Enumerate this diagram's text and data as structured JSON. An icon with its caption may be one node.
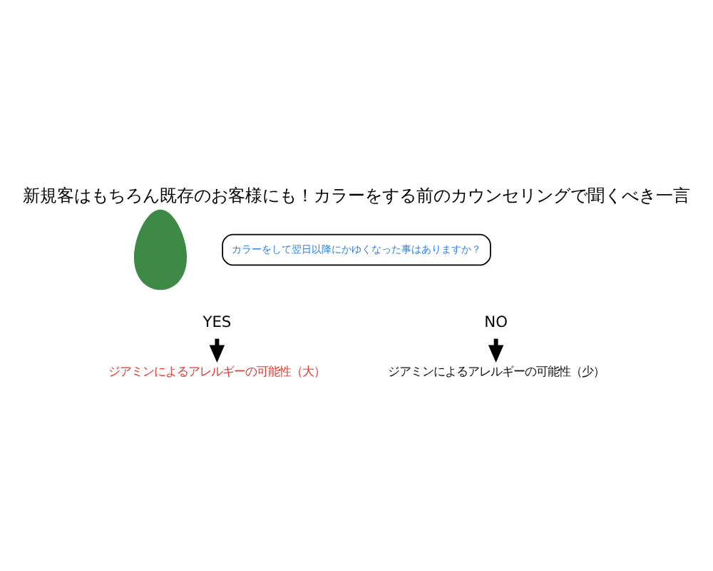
{
  "diagram": {
    "title": "新規客はもちろん既存のお客様にも！カラーをする前のカウンセリングで聞くべき一言",
    "nodes": [
      {
        "text": [],
        "shape": "person"
      },
      {
        "text": [
          "カラーをして翌日以降にかゆくなった事はありますか？"
        ]
      },
      {
        "text": [
          "YES"
        ]
      },
      {
        "text": [
          "ジアミンによるアレルギーの可能性（大）"
        ]
      },
      {
        "text": [
          "NO"
        ]
      },
      {
        "text": [
          "ジアミンによるアレルギーの可能性（少）"
        ]
      }
    ],
    "edges": [
      {
        "from": 2,
        "to": 3,
        "arrow": "to"
      },
      {
        "from": 4,
        "to": 5,
        "arrow": "to"
      }
    ]
  }
}
